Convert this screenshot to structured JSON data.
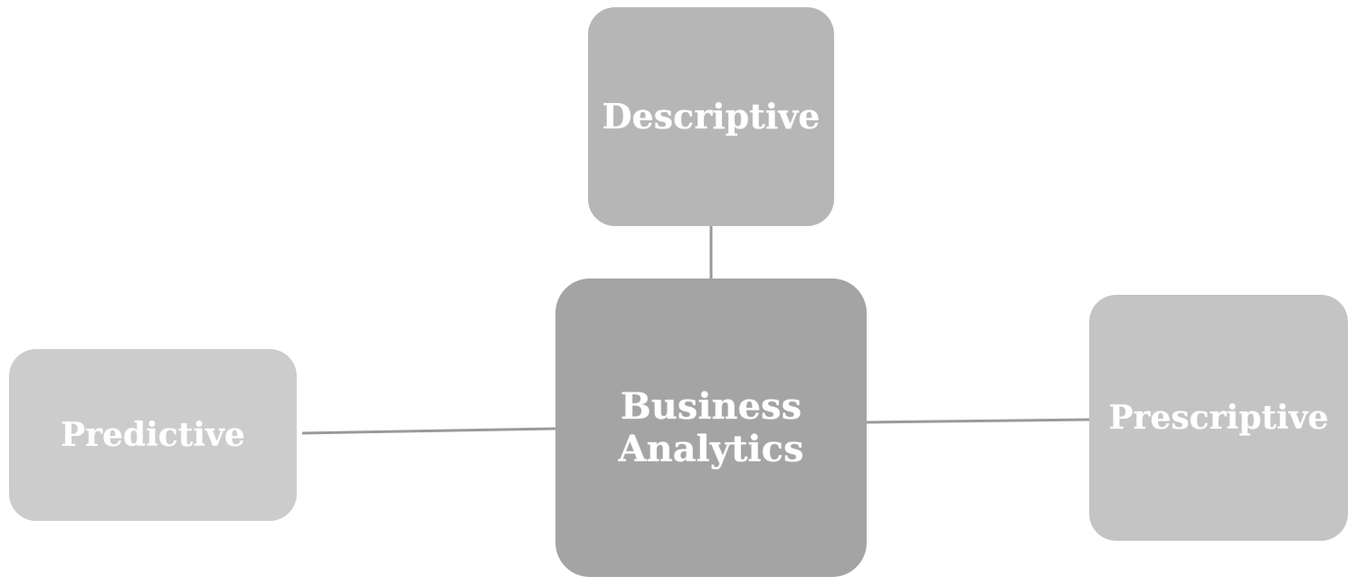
{
  "diagram": {
    "center": {
      "label": "Business\nAnalytics"
    },
    "top": {
      "label": "Descriptive"
    },
    "left": {
      "label": "Predictive"
    },
    "right": {
      "label": "Prescriptive"
    }
  },
  "colors": {
    "center_fill": "#a4a4a4",
    "top_fill": "#b6b6b6",
    "left_fill": "#cccccc",
    "right_fill": "#c4c4c4",
    "connector": "#9a9a9a",
    "text": "#ffffff"
  }
}
